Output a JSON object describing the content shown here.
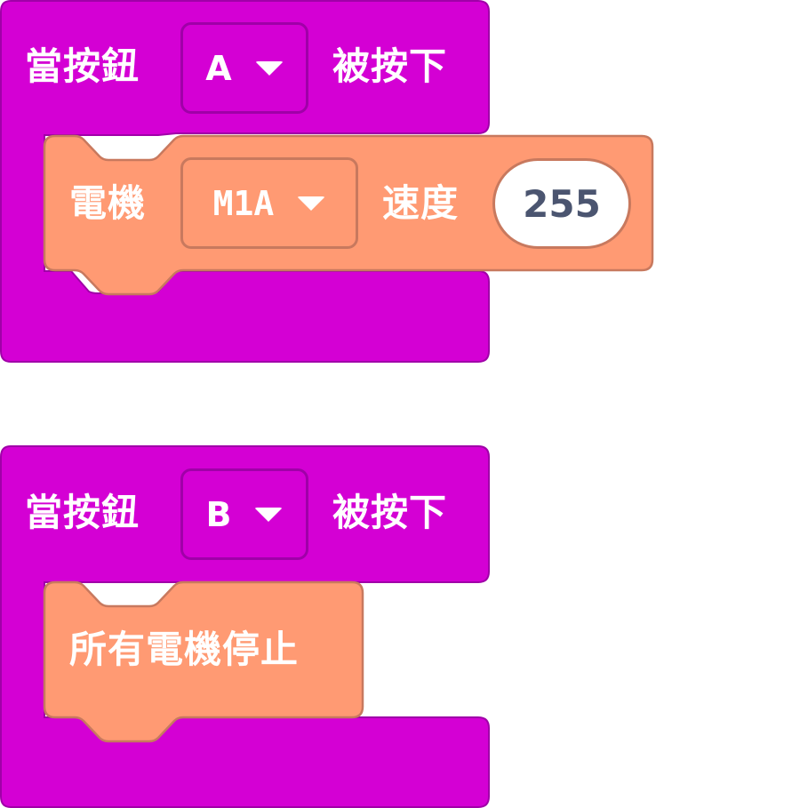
{
  "colors": {
    "event_block": "#d400d4",
    "event_block_border": "#a000a8",
    "motor_block": "#ff9a73",
    "motor_block_border": "#c8795e",
    "number_text": "#4b5570",
    "label_text": "#ffffff"
  },
  "blocks": [
    {
      "type": "on-button-pressed",
      "prefix": "當按鈕",
      "button": {
        "value": "A",
        "icon": "caret-down-icon"
      },
      "suffix": "被按下",
      "body": [
        {
          "type": "motor-speed",
          "label": "電機",
          "motor": {
            "value": "M1A",
            "icon": "caret-down-icon"
          },
          "speed_label": "速度",
          "speed": "255"
        }
      ]
    },
    {
      "type": "on-button-pressed",
      "prefix": "當按鈕",
      "button": {
        "value": "B",
        "icon": "caret-down-icon"
      },
      "suffix": "被按下",
      "body": [
        {
          "type": "stop-all-motors",
          "label": "所有電機停止"
        }
      ]
    }
  ]
}
